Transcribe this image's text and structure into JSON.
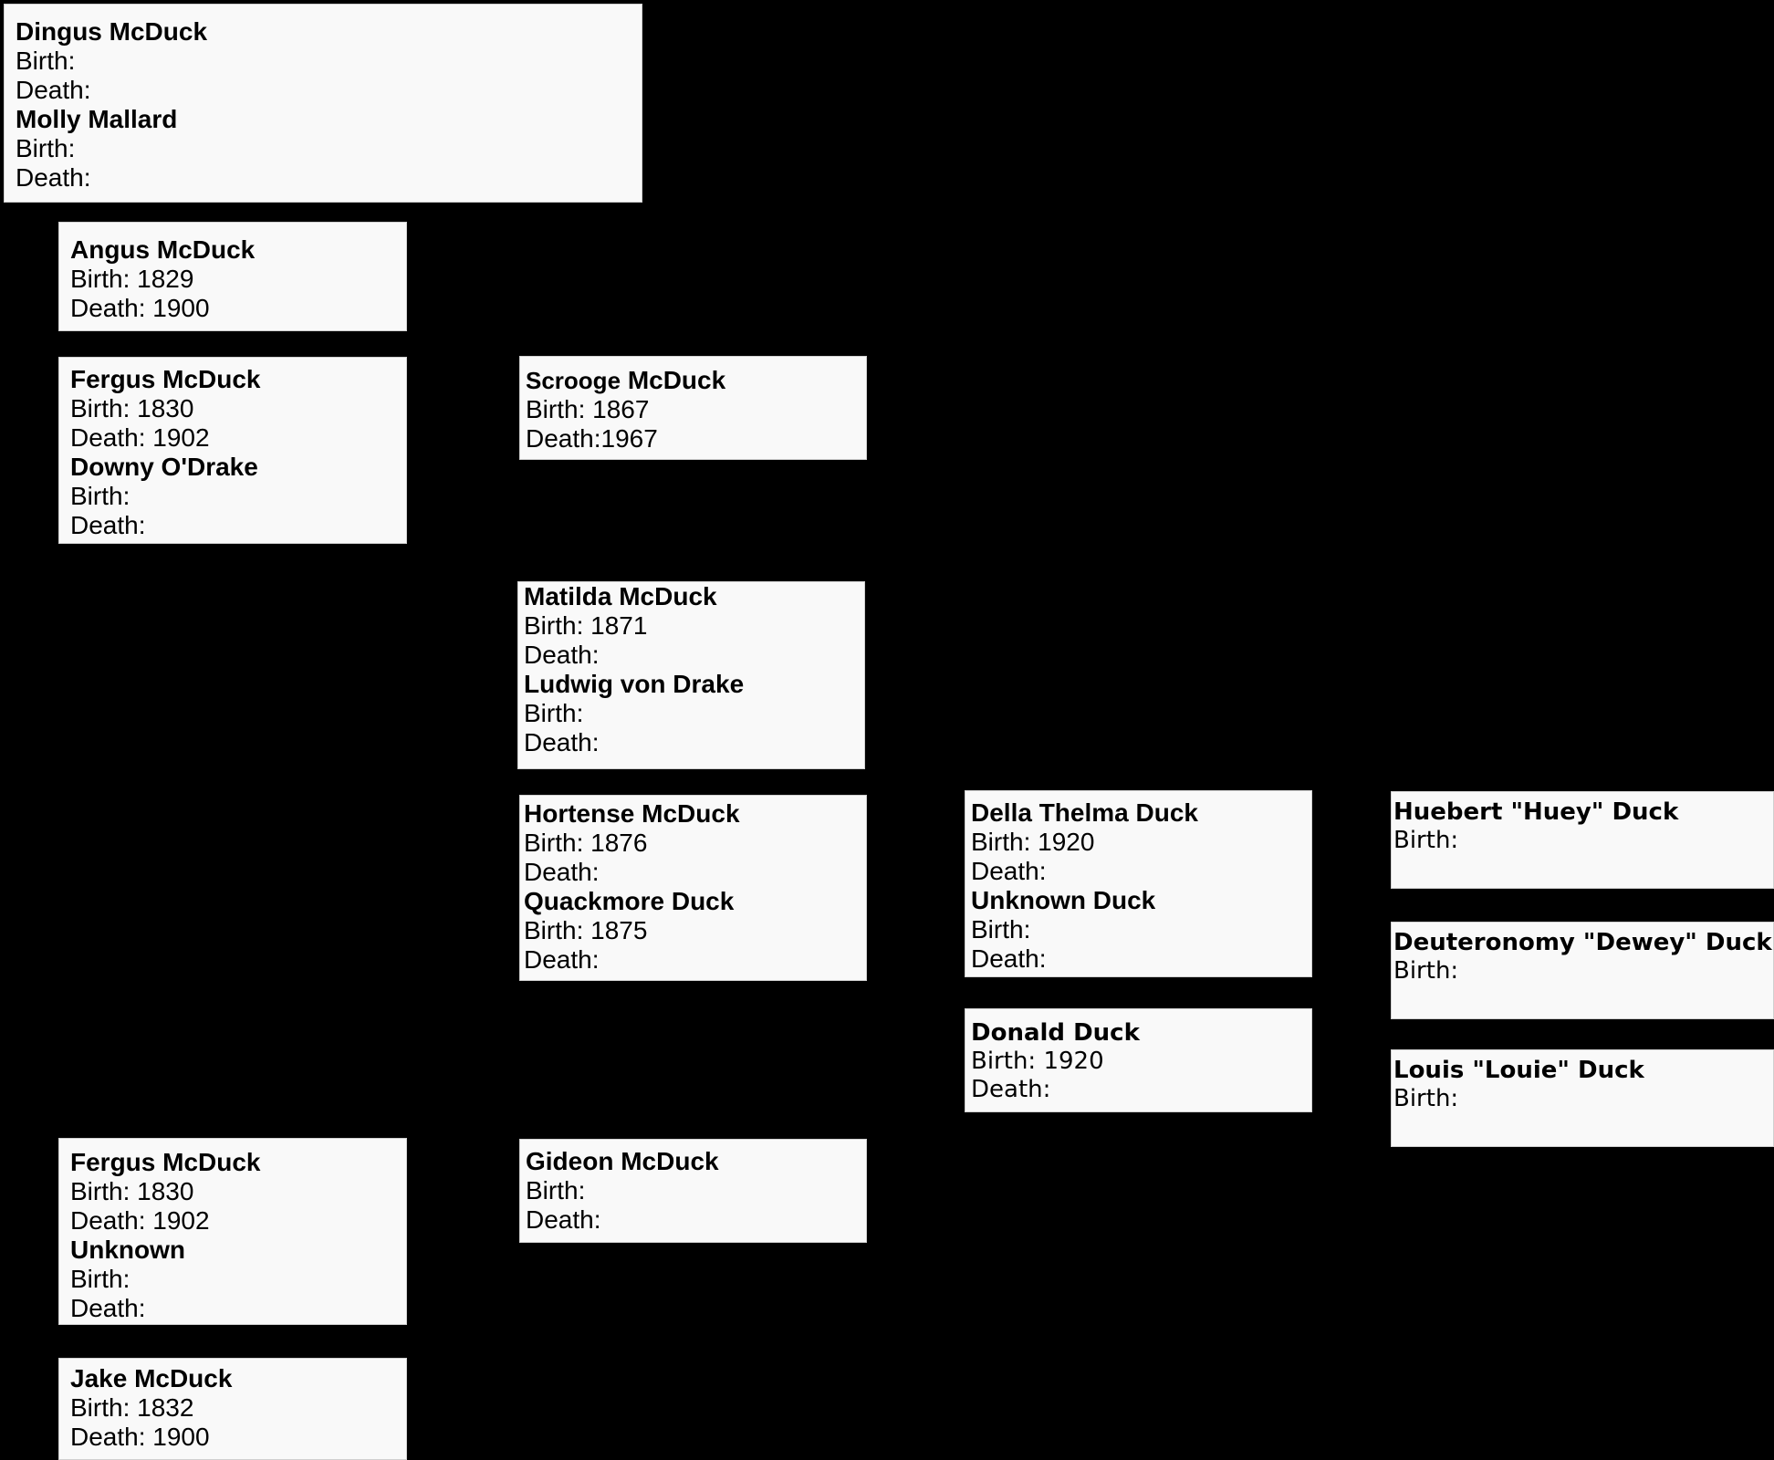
{
  "boxes": [
    {
      "id": "dingus",
      "people": [
        {
          "name": "Dingus McDuck",
          "birth": "Birth:",
          "death": "Death:"
        },
        {
          "name": "Molly Mallard",
          "birth": "Birth:",
          "death": "Death:"
        }
      ]
    },
    {
      "id": "angus",
      "people": [
        {
          "name": "Angus McDuck",
          "birth": "Birth: 1829",
          "death": "Death: 1900"
        }
      ]
    },
    {
      "id": "fergus1",
      "people": [
        {
          "name": "Fergus McDuck",
          "birth": "Birth: 1830",
          "death": "Death: 1902"
        },
        {
          "name": "Downy O'Drake",
          "birth": "Birth:",
          "death": "Death:"
        }
      ]
    },
    {
      "id": "scrooge",
      "people": [
        {
          "name_first": "Scrooge",
          "name_last": "McDuck",
          "birth": "Birth: 1867",
          "death": "Death:1967"
        }
      ]
    },
    {
      "id": "matilda",
      "people": [
        {
          "name": "Matilda McDuck",
          "birth": "Birth: 1871",
          "death": "Death:"
        },
        {
          "name": "Ludwig von Drake",
          "birth": "Birth:",
          "death": "Death:"
        }
      ]
    },
    {
      "id": "hortense",
      "people": [
        {
          "name": "Hortense McDuck",
          "birth": "Birth: 1876",
          "death": "Death:"
        },
        {
          "name": "Quackmore Duck",
          "birth": "Birth: 1875",
          "death": "Death:"
        }
      ]
    },
    {
      "id": "della",
      "people": [
        {
          "name": "Della Thelma Duck",
          "birth": "Birth: 1920",
          "death": "Death:"
        },
        {
          "name": "Unknown Duck",
          "birth": "Birth:",
          "death": "Death:"
        }
      ]
    },
    {
      "id": "donald",
      "people": [
        {
          "name": "Donald Duck",
          "birth": "Birth: 1920",
          "death": "Death:"
        }
      ]
    },
    {
      "id": "huey",
      "people": [
        {
          "name": "Huebert \"Huey\" Duck",
          "birth": "Birth:"
        }
      ]
    },
    {
      "id": "dewey",
      "people": [
        {
          "name": "Deuteronomy \"Dewey\" Duck",
          "birth": "Birth:"
        }
      ]
    },
    {
      "id": "louie",
      "people": [
        {
          "name": "Louis \"Louie\" Duck",
          "birth": "Birth:"
        }
      ]
    },
    {
      "id": "fergus2",
      "people": [
        {
          "name": "Fergus McDuck",
          "birth": "Birth: 1830",
          "death": "Death: 1902"
        },
        {
          "name": "Unknown",
          "birth": "Birth:",
          "death": "Death:"
        }
      ]
    },
    {
      "id": "gideon",
      "people": [
        {
          "name": "Gideon McDuck",
          "birth": "Birth:",
          "death": "Death:"
        }
      ]
    },
    {
      "id": "jake",
      "people": [
        {
          "name": "Jake McDuck",
          "birth": "Birth: 1832",
          "death": "Death: 1900"
        }
      ]
    }
  ]
}
